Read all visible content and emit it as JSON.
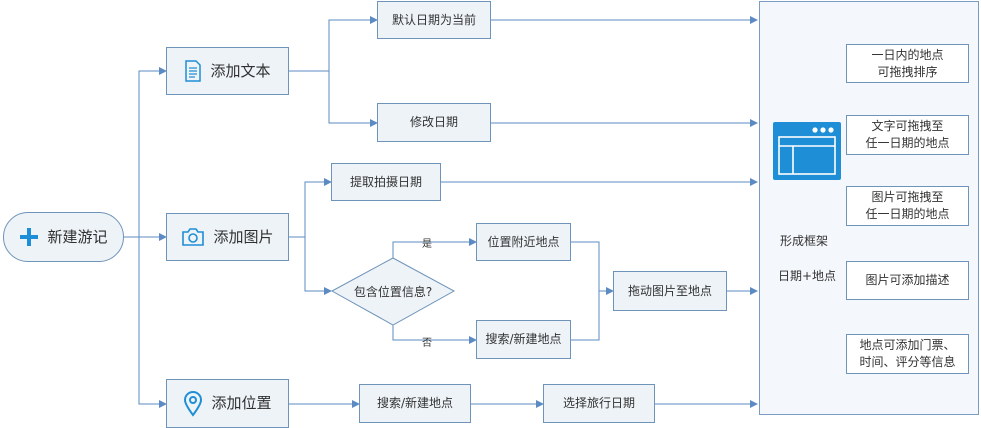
{
  "start": {
    "label": "新建游记"
  },
  "branches": {
    "text": {
      "label": "添加文本"
    },
    "image": {
      "label": "添加图片"
    },
    "location": {
      "label": "添加位置"
    }
  },
  "steps": {
    "default_date": "默认日期为当前",
    "edit_date": "修改日期",
    "extract_date": "提取拍摄日期",
    "contains_location": "包含位置信息?",
    "nearby_place": "位置附近地点",
    "search_new_place_img": "搜索/新建地点",
    "drag_to_place": "拖动图片至地点",
    "search_new_place_loc": "搜索/新建地点",
    "pick_travel_date": "选择旅行日期"
  },
  "decision": {
    "yes": "是",
    "no": "否"
  },
  "result": {
    "title": "形成框架",
    "subtitle": "日期+地点",
    "features": [
      [
        "一日内的地点",
        "可拖拽排序"
      ],
      [
        "文字可拖拽至",
        "任一日期的地点"
      ],
      [
        "图片可拖拽至",
        "任一日期的地点"
      ],
      [
        "图片可添加描述"
      ],
      [
        "地点可添加门票、",
        "时间、评分等信息"
      ]
    ]
  },
  "colors": {
    "line": "#5b8bc2",
    "node_fill": "#eef3f8",
    "node_border": "#6f94b9",
    "accent": "#1e8fd6"
  },
  "icons": [
    "plus-icon",
    "document-icon",
    "camera-icon",
    "location-pin-icon",
    "window-icon"
  ]
}
